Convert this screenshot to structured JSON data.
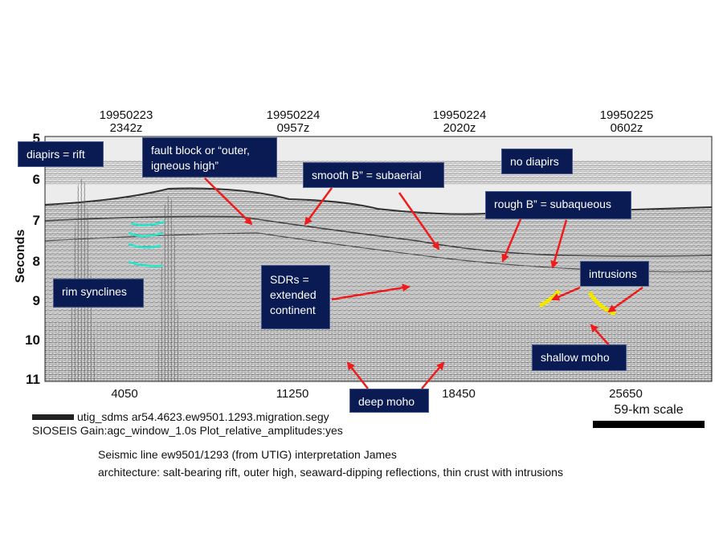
{
  "top_labels": [
    {
      "date": "19950223",
      "time": "2342z"
    },
    {
      "date": "19950224",
      "time": "0957z"
    },
    {
      "date": "19950224",
      "time": "2020z"
    },
    {
      "date": "19950225",
      "time": "0602z"
    }
  ],
  "y_axis": {
    "title": "Seconds",
    "ticks": [
      "5",
      "6",
      "7",
      "8",
      "9",
      "10",
      "11"
    ]
  },
  "x_axis": {
    "ticks": [
      "4050",
      "11250",
      "18450",
      "25650"
    ]
  },
  "callouts": {
    "diapirs": "diapirs = rift",
    "fault_block": "fault block or “outer, igneous high”",
    "smooth_b": "smooth B” = subaerial",
    "no_diapirs": "no diapirs",
    "rough_b": "rough B” = subaqueous",
    "intrusions": "intrusions",
    "rim_synclines": "rim synclines",
    "sdrs": "SDRs = extended continent",
    "shallow_moho": "shallow moho",
    "deep_moho": "deep moho"
  },
  "metadata": {
    "file_line": "utig_sdms ar54.4623.ew9501.1293.migration.segy",
    "sioseis_line": "SIOSEIS Gain:agc_window_1.0s Plot_relative_amplitudes:yes"
  },
  "scale": {
    "label": "59-km scale"
  },
  "caption": {
    "line1": "Seismic line ew9501/1293 (from UTIG) interpretation James",
    "line2": "architecture: salt-bearing rift, outer high, seaward-dipping reflections, thin crust with intrusions"
  },
  "colors": {
    "callout_bg": "#0a1a52",
    "arrow": "#ee1c1c",
    "cyan_trace": "#33e0c8",
    "yellow_trace": "#f2e600"
  }
}
